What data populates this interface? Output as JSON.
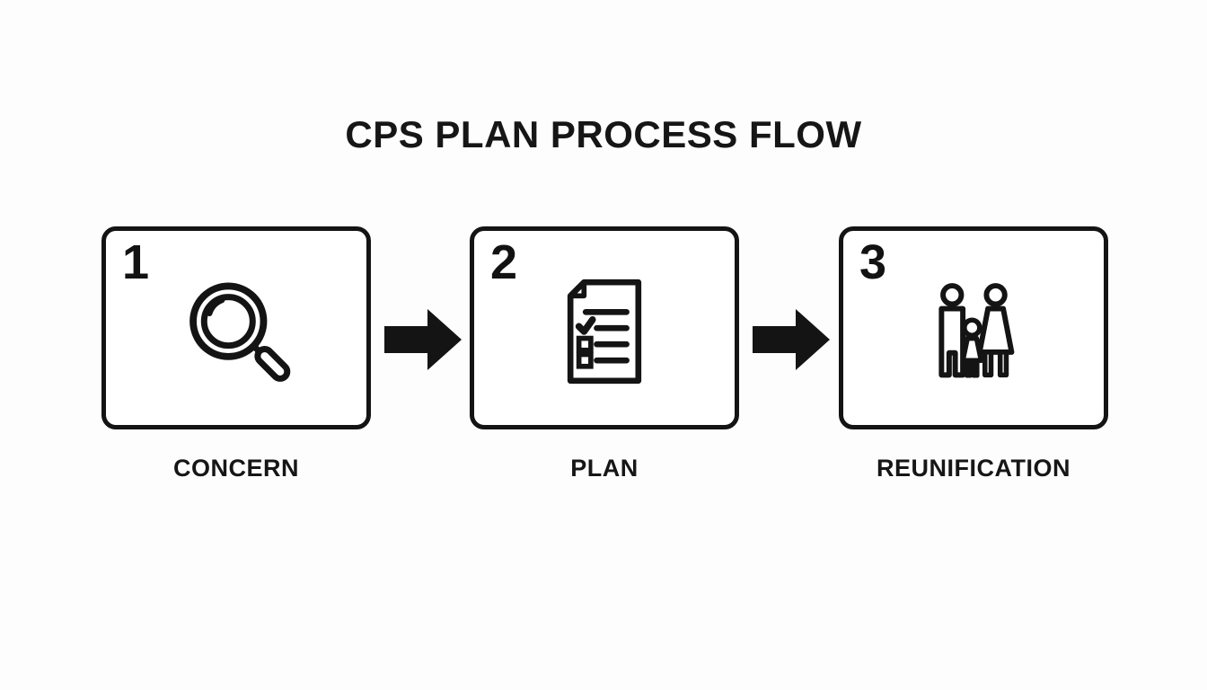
{
  "title": "CPS PLAN PROCESS FLOW",
  "steps": [
    {
      "number": "1",
      "label": "CONCERN",
      "icon": "magnifier-icon"
    },
    {
      "number": "2",
      "label": "PLAN",
      "icon": "checklist-icon"
    },
    {
      "number": "3",
      "label": "REUNIFICATION",
      "icon": "family-icon"
    }
  ],
  "arrows": [
    {
      "direction": "right"
    },
    {
      "direction": "right"
    }
  ],
  "colors": {
    "ink": "#141414",
    "background": "#fdfdfd",
    "box_background": "#ffffff"
  }
}
